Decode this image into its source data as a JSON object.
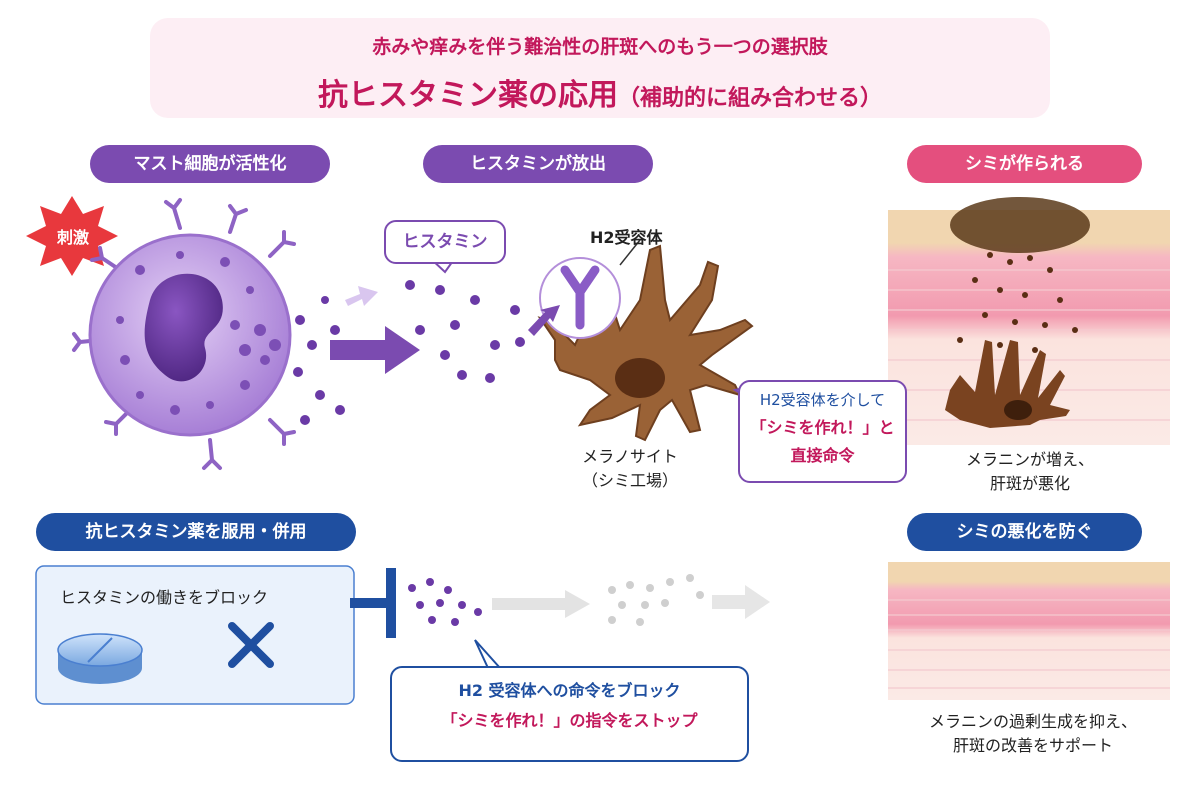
{
  "header": {
    "subtitle": "赤みや痒みを伴う難治性の肝斑へのもう一つの選択肢",
    "title": "抗ヒスタミン薬の応用",
    "title_note": "（補助的に組み合わせる）"
  },
  "steps": {
    "mast_cell": "マスト細胞が活性化",
    "release": "ヒスタミンが放出",
    "spot_formed": "シミが作られる",
    "antihistamine": "抗ヒスタミン薬を服用・併用",
    "prevent": "シミの悪化を防ぐ"
  },
  "labels": {
    "stimulus": "刺激",
    "histamine": "ヒスタミン",
    "h2_receptor": "H2受容体",
    "melanocyte_line1": "メラノサイト",
    "melanocyte_line2": "（シミ工場）",
    "command_line1": "H2受容体を介して",
    "command_line2": "「シミを作れ！」と",
    "command_line3": "直接命令",
    "worse_line1": "メラニンが増え、",
    "worse_line2": "肝斑が悪化",
    "block_action": "ヒスタミンの働きをブロック",
    "block_line1": "H2 受容体への命令をブロック",
    "block_line2": "「シミを作れ！」の指令をストップ",
    "improve_line1": "メラニンの過剰生成を抑え、",
    "improve_line2": "肝斑の改善をサポート"
  },
  "colors": {
    "pink_title": "#c2185b",
    "purple": "#7b4bb0",
    "pink": "#e44f7e",
    "blue": "#1f4fa0",
    "melanocyte": "#8b5a32"
  }
}
